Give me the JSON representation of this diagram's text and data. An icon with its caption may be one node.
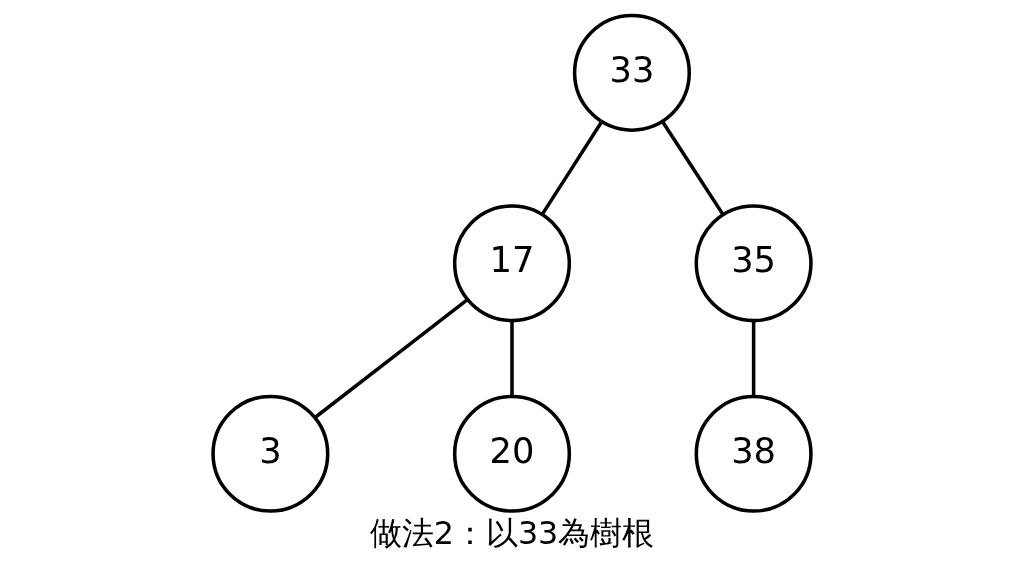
{
  "diagram": {
    "caption": "做法2：以33為樹根",
    "nodes": [
      {
        "text": [
          "33"
        ]
      },
      {
        "text": [
          "17"
        ]
      },
      {
        "text": [
          "35"
        ]
      },
      {
        "text": [
          "3"
        ]
      },
      {
        "text": [
          "20"
        ]
      },
      {
        "text": [
          "38"
        ]
      }
    ],
    "edges": [
      {
        "from": 0,
        "to": 1,
        "arrow": "none"
      },
      {
        "from": 0,
        "to": 2,
        "arrow": "none"
      },
      {
        "from": 1,
        "to": 3,
        "arrow": "none"
      },
      {
        "from": 1,
        "to": 4,
        "arrow": "none"
      },
      {
        "from": 2,
        "to": 5,
        "arrow": "none"
      }
    ]
  }
}
